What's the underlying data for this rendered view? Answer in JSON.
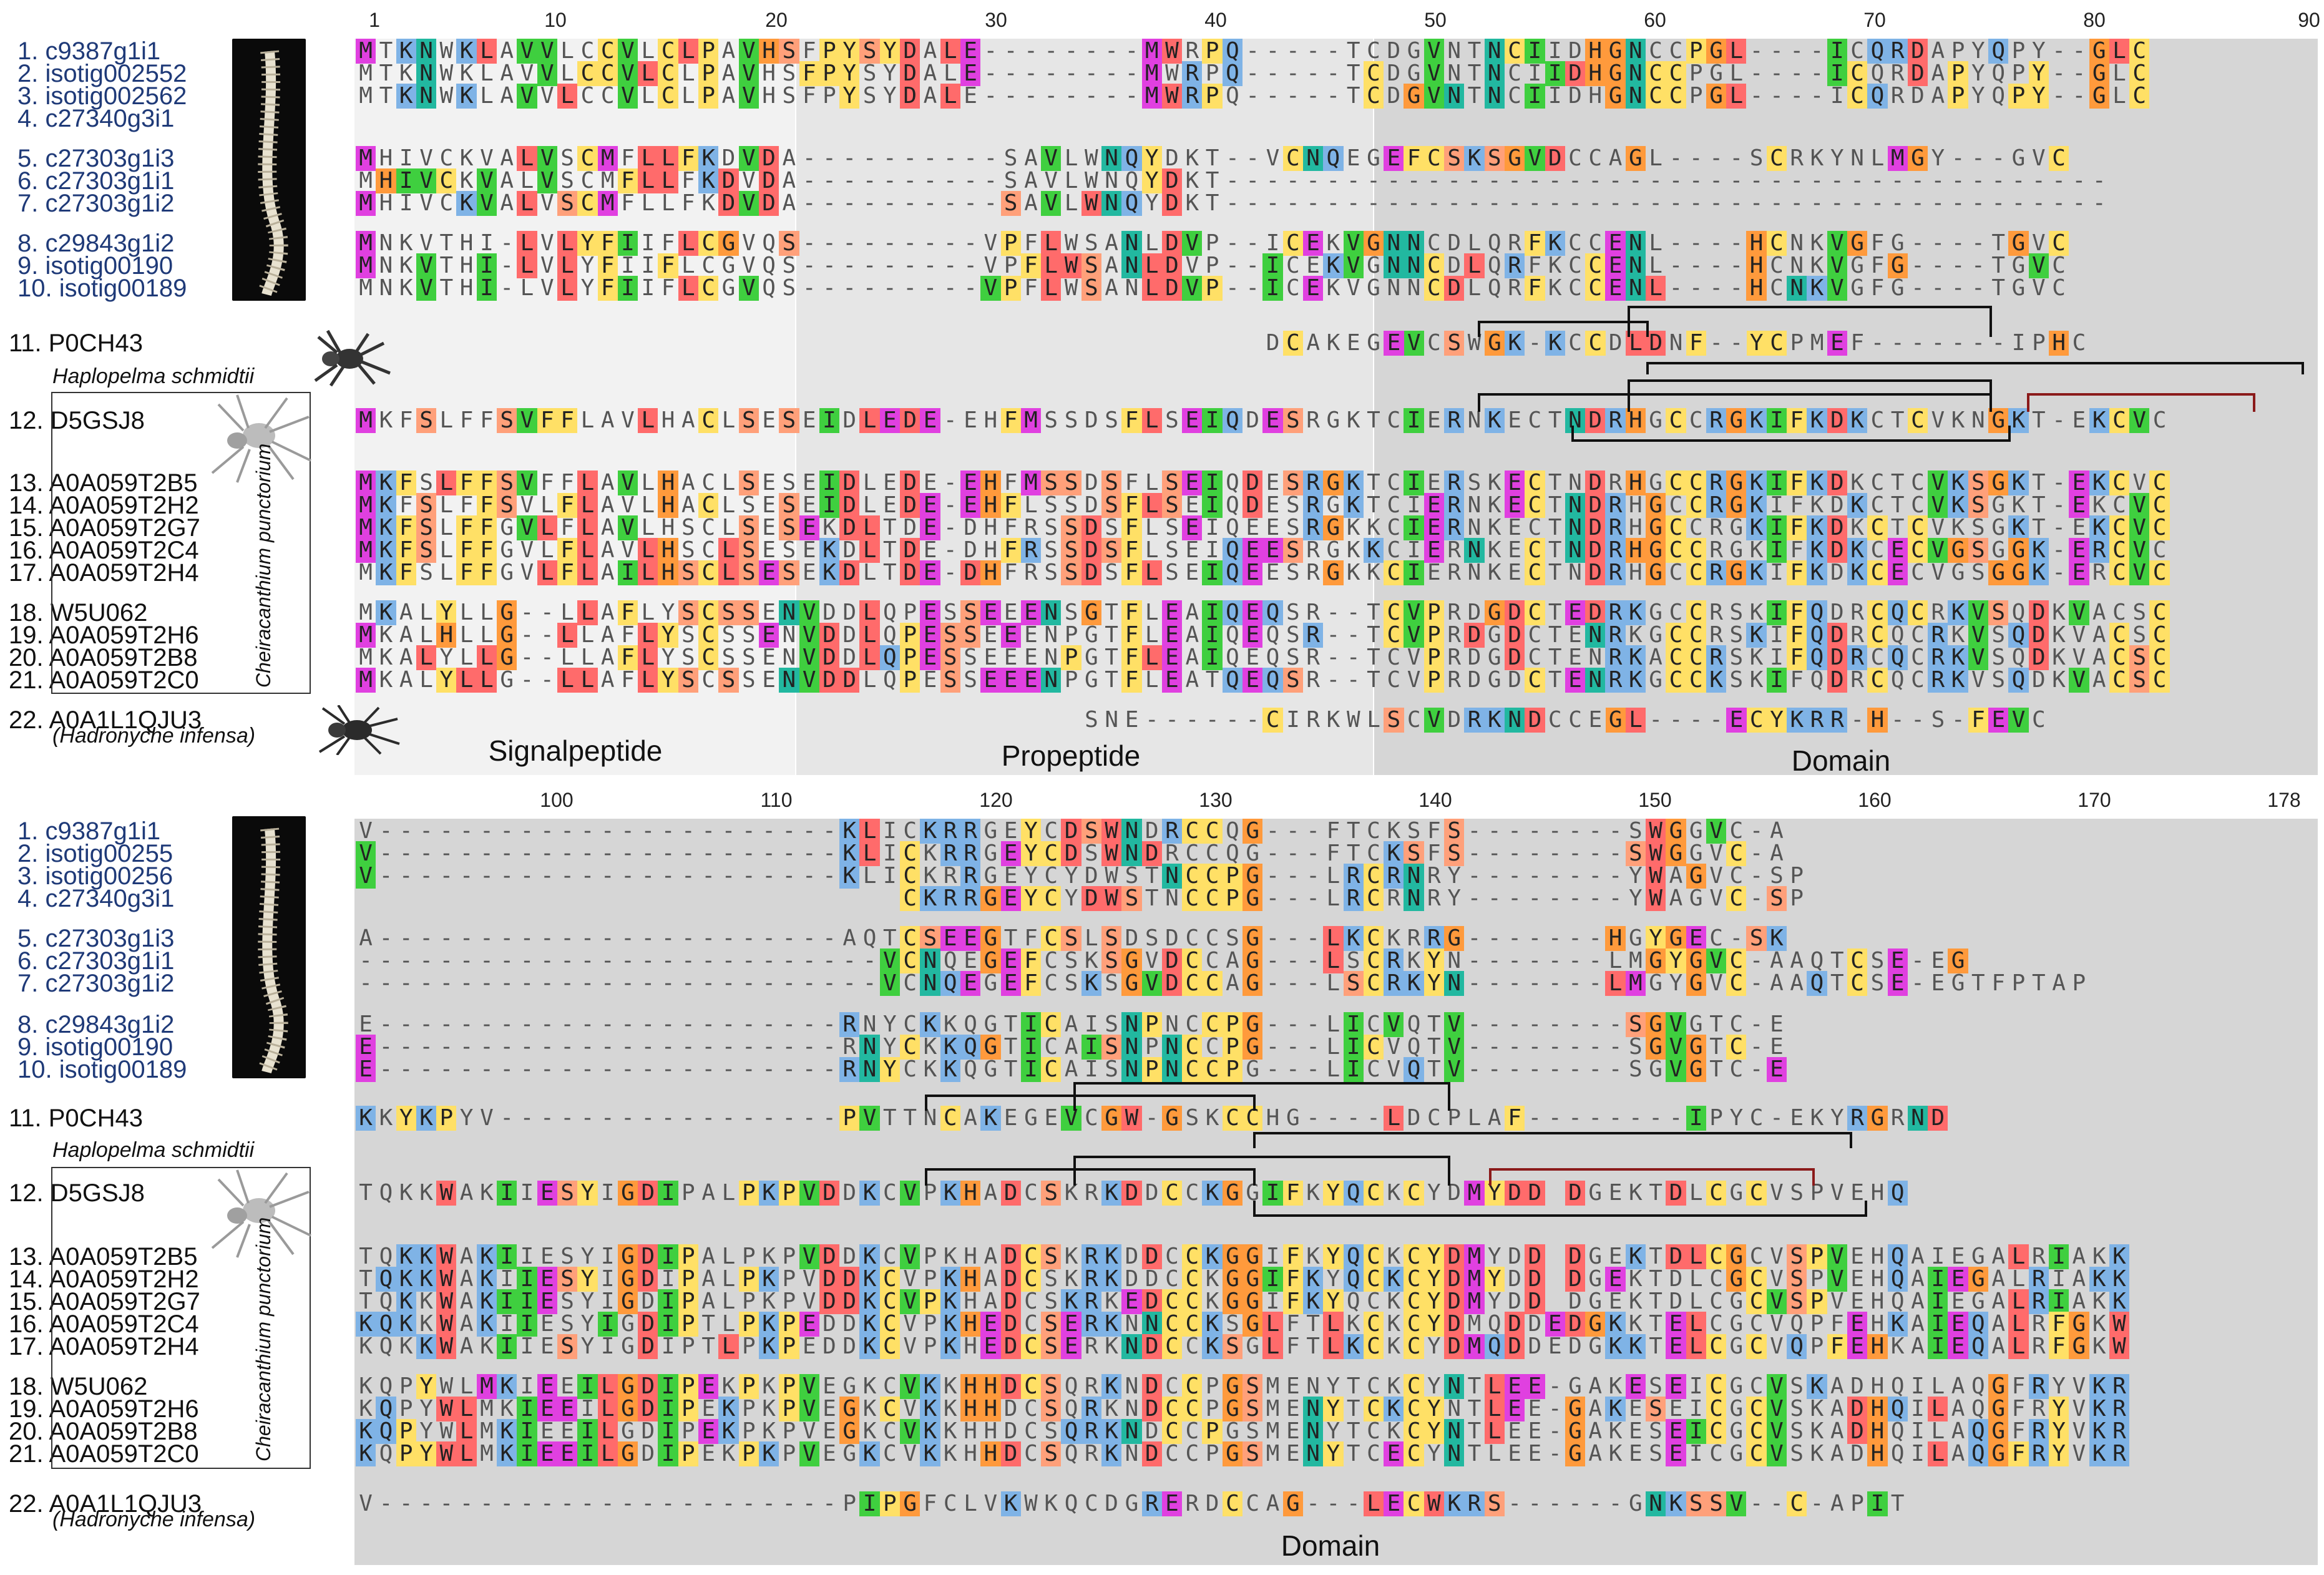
{
  "figure": {
    "colors": {
      "hydrophobic_blue": "#7fb3e6",
      "red": "#ff6b6b",
      "magenta": "#e040e0",
      "green": "#3fcf3f",
      "yellow": "#ffe066",
      "orange": "#ff9a3c",
      "teal": "#22b8a0",
      "salmon": "#ffa07a",
      "gray_region_light": "#f2f2f2",
      "gray_region_mid": "#e6e6e6",
      "gray_region_dark": "#d6d6d6",
      "disulfide_black": "#111111",
      "disulfide_red": "#8b1a1a"
    },
    "regions": {
      "signal": "Signalpeptide",
      "propeptide": "Propeptide",
      "domain": "Domain",
      "domain_bottom": "Domain"
    },
    "top_ruler": [
      "1",
      "10",
      "20",
      "30",
      "40",
      "50",
      "60",
      "70",
      "80",
      "90"
    ],
    "bottom_ruler": [
      "100",
      "110",
      "120",
      "130",
      "140",
      "150",
      "160",
      "170",
      "178"
    ],
    "species_labels": {
      "haplopelma": "Haplopelma schmidtii",
      "cheiracanthium": "Cheiracanthium punctorium",
      "hadronyche": "(Hadronyche infensa)"
    },
    "top_rows": [
      {
        "label": "1. c9387g1i1",
        "color": "blue",
        "seq": "MTKNWKLAVVLCCVLCLPAVHSFPYSYDALE--------MWRPQ-----TCDGVNTNCIIDHGNCCPGL----ICQRDAPYQPY--GLC"
      },
      {
        "label": "2. isotig002552",
        "color": "blue",
        "seq": "MTKNWKLAVVLCCVLCLPAVHSFPYSYDALE--------MWRPQ-----TCDGVNTNCIIDHGNCCPGL----ICQRDAPYQPY--GLC"
      },
      {
        "label": "3. isotig002562",
        "color": "blue",
        "seq": "MTKNWKLAVVLCCVLCLPAVHSFPYSYDALE--------MWRPQ-----TCDGVNTNCIIDHGNCCPGL----ICQRDAPYQPY--GLC"
      },
      {
        "label": "4. c27340g3i1",
        "color": "blue",
        "seq": ""
      },
      {
        "label": "5. c27303g1i3",
        "color": "blue",
        "seq": "MHIVCKVALVSCMFLLFKDVDA----------SAVLWNQYDKT--VCNQEGEFCSKSGVDCCAGL----SCRKYNLMGY---GVC"
      },
      {
        "label": "6. c27303g1i1",
        "color": "blue",
        "seq": "MHIVCKVALVSCMFLLFKDVDA----------SAVLWNQYDKT--------------------------------------------"
      },
      {
        "label": "7. c27303g1i2",
        "color": "blue",
        "seq": "MHIVCKVALVSCMFLLFKDVDA----------SAVLWNQYDKT--------------------------------------------"
      },
      {
        "label": "8. c29843g1i2",
        "color": "blue",
        "seq": "MNKVTHI-LVLYFIIFLCGVQS---------VPFLWSANLDVP--ICEKVGNNCDLQRFKCCENL----HCNKVGFG----TGVC"
      },
      {
        "label": "9. isotig00190",
        "color": "blue",
        "seq": "MNKVTHI-LVLYFIIFLCGVQS---------VPFLWSANLDVP--ICEKVGNNCDLQRFKCCENL----HCNKVGFG----TGVC"
      },
      {
        "label": "10. isotig00189",
        "color": "blue",
        "seq": "MNKVTHI-LVLYFIIFLCGVQS---------VPFLWSANLDVP--ICEKVGNNCDLQRFKCCENL----HCNKVGFG----TGVC"
      },
      {
        "label": "11. P0CH43",
        "color": "black",
        "seq": "DCAKEGEVCSWGK-KCCDLDNF--YCPMEF-------IPHC"
      },
      {
        "label": "12. D5GSJ8",
        "color": "black",
        "seq": "MKFSLFFSVFFLAVLHACLSESEIDLEDE-EHFMSSDSFLSEIQDESRGKTCIERNKECTNDRHGCCRGKIFKDKCTCVKNGKT-EKCVC"
      },
      {
        "label": "13. A0A059T2B5",
        "color": "black",
        "seq": "MKFSLFFSVFFLAVLHACLSESEIDLEDE-EHFMSSDSFLSEIQDESRGKTCIERSKECTNDRHGCCRGKIFKDKCTCVKSGKT-EKCVC"
      },
      {
        "label": "14. A0A059T2H2",
        "color": "black",
        "seq": "MKFSLFFSVLFLAVLHACLSESEIDLEDE-EHFLSSDSFLSEIQDESRGKTCIERNKECTNDRHGCCRGKIFKDKCTCVKSGKT-EKCVC"
      },
      {
        "label": "15. A0A059T2G7",
        "color": "black",
        "seq": "MKFSLFFGVLFLAVLHSCLSESEKDLTDE-DHFRSSDSFLSEIQEESRGKKCIERNKECTNDRHGCCRGKIFKDKCTCVKSGKT-EKCVC"
      },
      {
        "label": "16. A0A059T2C4",
        "color": "black",
        "seq": "MKFSLFFGVLFLAVLHSCLSESEKDLTDE-DHFRSSDSFLSEIQEESRGKKCIERNKECTNDRHGCCRGKIFKDKCECVGSGGK-ERCVC"
      },
      {
        "label": "17. A0A059T2H4",
        "color": "black",
        "seq": "MKFSLFFGVLFLAILHSCLSESEKDLTDE-DHFRSSDSFLSEIQEESRGKKCIERNKECTNDRHGCCRGKIFKDKCECVGSGGK-ERCVC"
      },
      {
        "label": "18. W5U062",
        "color": "black",
        "seq": "MKALYLLG--LLAFLYSCSSENVDDLQPESSEEENSGTFLEAIQEQSR--TCVPRDGDCTEDRKGCCRSKIFQDRCQCRKVSQDKVACSC"
      },
      {
        "label": "19. A0A059T2H6",
        "color": "black",
        "seq": "MKALHLLG--LLAFLYSCSSENVDDLQPESSEEENPGTFLEAIQEQSR--TCVPRDGDCTENRKGCCRSKIFQDRCQCRKVSQDKVACSC"
      },
      {
        "label": "20. A0A059T2B8",
        "color": "black",
        "seq": "MKALYLLG--LLAFLYSCSSENVDDLQPESSEEENPGTFLEAIQEQSR--TCVPRDGDCTENRKACCRSKIFQDRCQCRKVSQDKVACSC"
      },
      {
        "label": "21. A0A059T2C0",
        "color": "black",
        "seq": "MKALYLLG--LLAFLYSCSSENVDDLQPESSEEENPGTFLEATQEQSR--TCVPRDGDCTENRKGCCKSKIFQDRCQCRKVSQDKVACSC"
      },
      {
        "label": "22. A0A1L1QJU3",
        "color": "black",
        "seq": "SNE------CIRKWLSCVDRKNDCCEGL----ECYKRR-H--S-FEVC"
      }
    ],
    "bottom_rows": [
      {
        "label": "1. c9387g1i1",
        "color": "blue",
        "seq": "V-----------------------KLICKRRGEYCDSWNDRCCQG---FTCKSFS--------SWGGVC-A"
      },
      {
        "label": "2. isotig00255",
        "color": "blue",
        "seq": "V-----------------------KLICKRRGEYCDSWNDRCCQG---FTCKSFS--------SWGGVC-A"
      },
      {
        "label": "3. isotig00256",
        "color": "blue",
        "seq": "V-----------------------KLICKRRGEYCYDWSTNCCPG---LRCRNRY--------YWAGVC-SP"
      },
      {
        "label": "4. c27340g3i1",
        "color": "blue",
        "seq": "                           CKRRGEYCYDWSTNCCPG---LRCRNRY--------YWAGVC-SP"
      },
      {
        "label": "5. c27303g1i3",
        "color": "blue",
        "seq": "A-----------------------AQTCSEEGTFCSLSDSDCCSG---LKCKRRG-------HGYGEC-SK"
      },
      {
        "label": "6. c27303g1i1",
        "color": "blue",
        "seq": "--------------------------VCNQEGEFCSKSGVDCCAG---LSCRKYN-------LMGYGVC-AAQTCSE-EG"
      },
      {
        "label": "7. c27303g1i2",
        "color": "blue",
        "seq": "--------------------------VCNQEGEFCSKSGVDCCAG---LSCRKYN-------LMGYGVC-AAQTCSE-EGTFPTAP"
      },
      {
        "label": "8. c29843g1i2",
        "color": "blue",
        "seq": "E-----------------------RNYCKKQGTICAISNPNCCPG---LICVQTV--------SGVGTC-E"
      },
      {
        "label": "9. isotig00190",
        "color": "blue",
        "seq": "E-----------------------RNYCKKQGTICAISNPNCCPG---LICVQTV--------SGVGTC-E"
      },
      {
        "label": "10. isotig00189",
        "color": "blue",
        "seq": "E-----------------------RNYCKKQGTICAISNPNCCPG---LICVQTV--------SGVGTC-E"
      },
      {
        "label": "11. P0CH43",
        "color": "black",
        "seq": "KKYKPYV-----------------PVTTNCAKEGEVCGW-GSKCCHG----LDCPLAF--------IPYC-EKYRGRND"
      },
      {
        "label": "12. D5GSJ8",
        "color": "black",
        "seq": "TQKKWAKIIESYIGDIPALPKPVDDKCVPKHADCSKRKDDCCKGGIFKYQCKCYDMYDD DGEKTDLCGCVSPVEHQ"
      },
      {
        "label": "13. A0A059T2B5",
        "color": "black",
        "seq": "TQKKWAKIIESYIGDIPALPKPVDDKCVPKHADCSKRKDDCCKGGIFKYQCKCYDMYDD DGEKTDLCGCVSPVEHQAIEGALRIAKK"
      },
      {
        "label": "14. A0A059T2H2",
        "color": "black",
        "seq": "TQKKWAKIIESYIGDIPALPKPVDDKCVPKHADCSKRKDDCCKGGIFKYQCKCYDMYDD DGEKTDLCGCVSPVEHQAIEGALRIAKK"
      },
      {
        "label": "15. A0A059T2G7",
        "color": "black",
        "seq": "TQKKWAKIIESYIGDIPALPKPVDDKCVPKHADCSKRKEDCCKGGIFKYQCKCYDMYDD DGEKTDLCGCVSPVEHQAIEGALRIAKK"
      },
      {
        "label": "16. A0A059T2C4",
        "color": "black",
        "seq": "KQKKWAKIIESYIGDIPTLPKPEDDKCVPKHEDCSERKNNCCKSGLFTLKCKCYDMQDDEDGKKTELCGCVQPFEHKAIEQALRFGKW"
      },
      {
        "label": "17. A0A059T2H4",
        "color": "black",
        "seq": "KQKKWAKIIESYIGDIPTLPKPEDDKCVPKHEDCSERKNDCCKSGLFTLKCKCYDMQDDEDGKKTELCGCVQPFEHKAIEQALRFGKW"
      },
      {
        "label": "18. W5U062",
        "color": "black",
        "seq": "KQPYWLMKIEEILGDIPEKPKPVEGKCVKKHHDCSQRKNDCCPGSMENYTCKCYNTLEE-GAKESEICGCVSKADHQILAQGFRYVKR"
      },
      {
        "label": "19. A0A059T2H6",
        "color": "black",
        "seq": "KQPYWLMKIEEILGDIPEKPKPVEGKCVKKHHDCSQRKNDCCPGSMENYTCKCYNTLEE-GAKESEICGCVSKADHQILAQGFRYVKR"
      },
      {
        "label": "20. A0A059T2B8",
        "color": "black",
        "seq": "KQPYWLMKIEEILGDIPEKPKPVEGKCVKKHHDCSQRKNDCCPGSMENYTCKCYNTLEE-GAKESEICGCVSKADHQILAQGFRYVKR"
      },
      {
        "label": "21. A0A059T2C0",
        "color": "black",
        "seq": "KQPYWLMKIEEILGDIPEKPKPVEGKCVKKHHDCSQRKNDCCPGSMENYTCECYNTLEE-GAKESEICGCVSKADHQILAQGFRYVKR"
      },
      {
        "label": "22. A0A1L1QJU3",
        "color": "black",
        "seq": "V-----------------------PIPGFCLVKWKQCDGRERDCCAG---LECWKRS------GNKSSV--C-APIT"
      }
    ]
  }
}
